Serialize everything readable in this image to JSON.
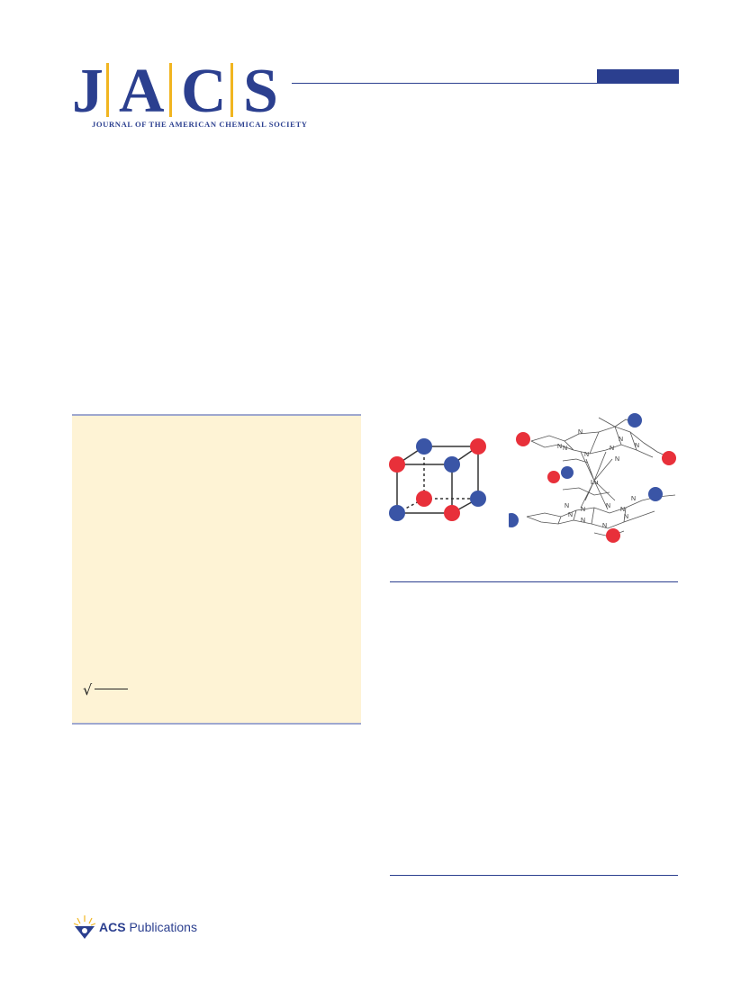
{
  "header": {
    "logo_letters": [
      "J",
      "A",
      "C",
      "S"
    ],
    "logo_subtitle": "JOURNAL OF THE AMERICAN CHEMICAL SOCIETY"
  },
  "toc_figure": {
    "molecule_center_label": "Lu",
    "ring_atom_label": "N"
  },
  "footer": {
    "publisher_prefix": "ACS",
    "publisher_suffix": " Publications"
  },
  "colors": {
    "brand_blue": "#2b3f8f",
    "brand_gold": "#f1b520",
    "abstract_bg": "#fef3d5",
    "sphere_red": "#e8303a",
    "sphere_blue": "#3a55a6"
  }
}
